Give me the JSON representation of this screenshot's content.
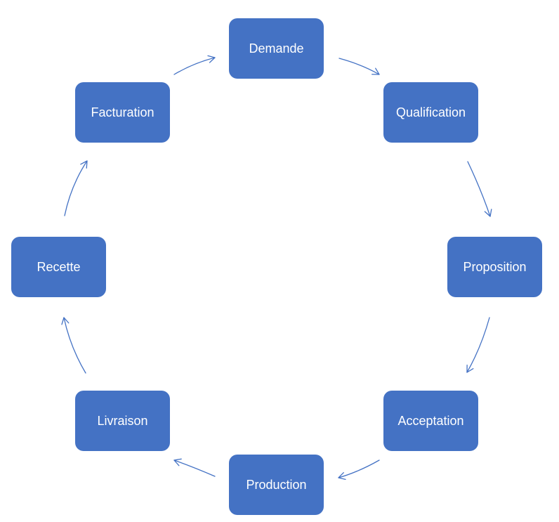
{
  "colors": {
    "node_fill": "#4472C4",
    "node_text": "#FFFFFF",
    "arrow": "#4472C4",
    "background": "#FFFFFF"
  },
  "nodes": [
    {
      "id": "demande",
      "label": "Demande"
    },
    {
      "id": "qualification",
      "label": "Qualification"
    },
    {
      "id": "proposition",
      "label": "Proposition"
    },
    {
      "id": "acceptation",
      "label": "Acceptation"
    },
    {
      "id": "production",
      "label": "Production"
    },
    {
      "id": "livraison",
      "label": "Livraison"
    },
    {
      "id": "recette",
      "label": "Recette"
    },
    {
      "id": "facturation",
      "label": "Facturation"
    }
  ],
  "edges": [
    {
      "from": "demande",
      "to": "qualification"
    },
    {
      "from": "qualification",
      "to": "proposition"
    },
    {
      "from": "proposition",
      "to": "acceptation"
    },
    {
      "from": "acceptation",
      "to": "production"
    },
    {
      "from": "production",
      "to": "livraison"
    },
    {
      "from": "livraison",
      "to": "recette"
    },
    {
      "from": "recette",
      "to": "facturation"
    },
    {
      "from": "facturation",
      "to": "demande"
    }
  ]
}
